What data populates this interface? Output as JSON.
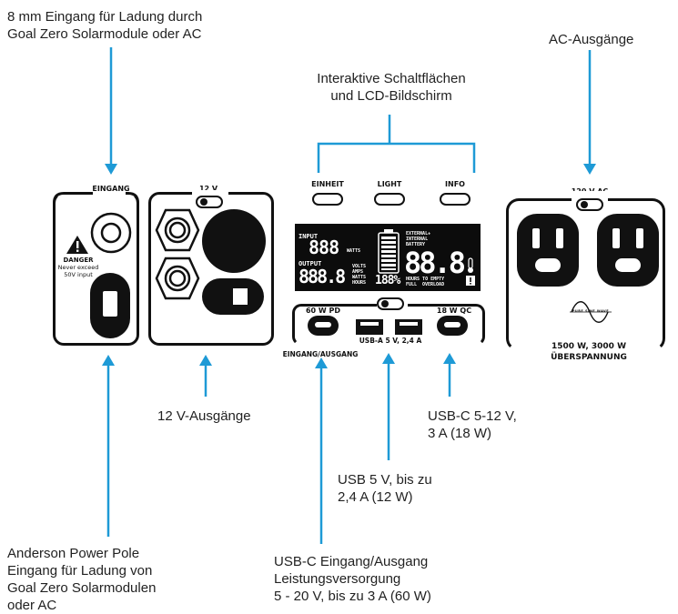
{
  "callouts": {
    "eingang_8mm": "8 mm Eingang für Ladung durch\nGoal Zero Solarmodule oder AC",
    "ac_outputs": "AC-Ausgänge",
    "buttons_lcd": "Interaktive Schaltflächen\nund LCD-Bildschirm",
    "outputs_12v": "12 V-Ausgänge",
    "usbc_18w": "USB-C 5-12 V,\n3 A (18 W)",
    "usb_5v": "USB 5 V, bis zu\n2,4 A (12 W)",
    "anderson": "Anderson Power Pole\nEingang für Ladung von\nGoal Zero Solarmodulen\noder AC",
    "usbc_60w": "USB-C Eingang/Ausgang\nLeistungsversorgung\n5 - 20 V, bis zu 3 A (60 W)"
  },
  "input_panel": {
    "label": "EINGANG",
    "danger_title": "DANGER",
    "danger_text_1": "Never exceed",
    "danger_text_2": "50V input"
  },
  "panel_12v": {
    "label": "12 V"
  },
  "control_panel": {
    "btn_einheit": "EINHEIT",
    "btn_light": "LIGHT",
    "btn_info": "INFO",
    "lcd": {
      "input": "INPUT",
      "input_digits": "888",
      "watts": "WATTS",
      "output": "OUTPUT",
      "output_digits": "888.8",
      "volts": "VOLTS",
      "amps": "AMPS",
      "watts2": "WATTS",
      "hours": "HOURS",
      "percent": "188%",
      "external": "EXTERNAL+",
      "internal": "INTERNAL",
      "battery": "BATTERY",
      "big_digits": "88.8",
      "hours_to_empty": "HOURS TO EMPTY",
      "full": "FULL",
      "overload": "OVERLOAD"
    },
    "port_60w": "60 W PD",
    "port_18w": "18 W QC",
    "usba_label": "USB-A 5 V, 2,4 A",
    "io_label": "EINGANG/AUSGANG"
  },
  "ac_panel": {
    "label": "120 V AC",
    "pure_sine": "PURE SINE WAVE",
    "rating_1": "1500 W, 3000 W",
    "rating_2": "ÜBERSPANNUNG"
  },
  "colors": {
    "accent": "#1e9ad6",
    "ink": "#111111"
  }
}
